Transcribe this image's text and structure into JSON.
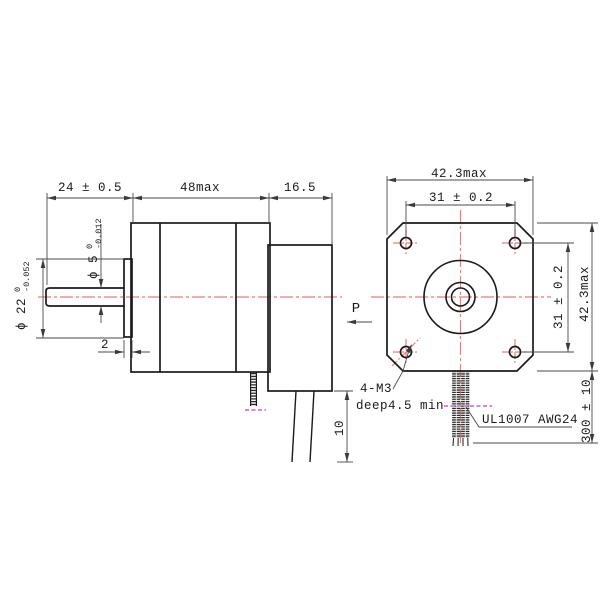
{
  "drawing": {
    "side_view": {
      "dim_shaft_length": "24 ± 0.5",
      "dim_body_length": "48max",
      "dim_rear_length": "16.5",
      "dim_shaft_dia": {
        "symbol": "ϕ 5",
        "tol_upper": "0",
        "tol_lower": "-0.012"
      },
      "dim_pilot_dia": {
        "symbol": "ϕ 22",
        "tol_upper": "0",
        "tol_lower": "-0.052"
      },
      "dim_pilot_depth": "2",
      "dim_wire_exit": "10",
      "view_direction_label": "P"
    },
    "front_view": {
      "dim_width_top": "42.3max",
      "dim_hole_spacing_top": "31 ± 0.2",
      "dim_hole_spacing_right": "31 ± 0.2",
      "dim_height_right": "42.3max",
      "dim_lead_length": "300 ± 10",
      "label_mounting_hole_line1": "4-M3",
      "label_mounting_hole_line2": "deep4.5 min",
      "label_lead_wire": "UL1007 AWG24"
    },
    "colors": {
      "outline": "#1a1a1a",
      "dimension": "#4a4a4a",
      "centerline": "#ee7b7b",
      "breakline": "#d886d8"
    }
  }
}
